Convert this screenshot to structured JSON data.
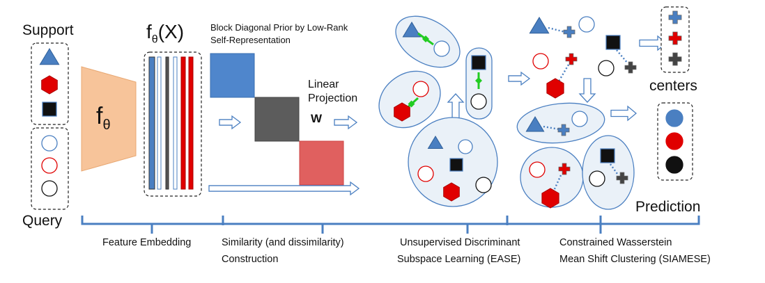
{
  "labels": {
    "support": "Support",
    "query": "Query",
    "f_theta": "f",
    "f_theta_sub": "θ",
    "f_theta_x_f": "f",
    "f_theta_x_sub": "θ",
    "f_theta_x_rest": "(X)",
    "block_prior_line1": "Block Diagonal Prior by Low-Rank",
    "block_prior_line2": "Self-Representation",
    "linear_projection_line1": "Linear",
    "linear_projection_line2": "Projection",
    "w_symbol": "W",
    "centers": "centers",
    "prediction": "Prediction"
  },
  "stages": [
    {
      "line1": "Feature Embedding",
      "line2": ""
    },
    {
      "line1": "Similarity (and dissimilarity)",
      "line2": "Construction"
    },
    {
      "line1": "Unsupervised Discriminant",
      "line2": "Subspace Learning (EASE)"
    },
    {
      "line1": "Constrained Wasserstein",
      "line2": "Mean Shift Clustering (SIAMESE)"
    }
  ],
  "colors": {
    "blue": "#4a7fc1",
    "red": "#e00000",
    "black": "#111111",
    "green": "#22cc22",
    "gray": "#555555",
    "orange": "#f7c49a",
    "outline": "#4a7fc1",
    "cluster_fill": "#eaf1f8",
    "block_blue": "#4f86cc",
    "block_gray": "#5c5c5c",
    "block_red": "#e0605f"
  },
  "icons": {
    "triangle": "triangle-icon",
    "hexagon": "hexagon-icon",
    "square": "square-icon",
    "circle": "circle-icon",
    "plus": "plus-icon",
    "arrow": "arrow-right-icon"
  }
}
